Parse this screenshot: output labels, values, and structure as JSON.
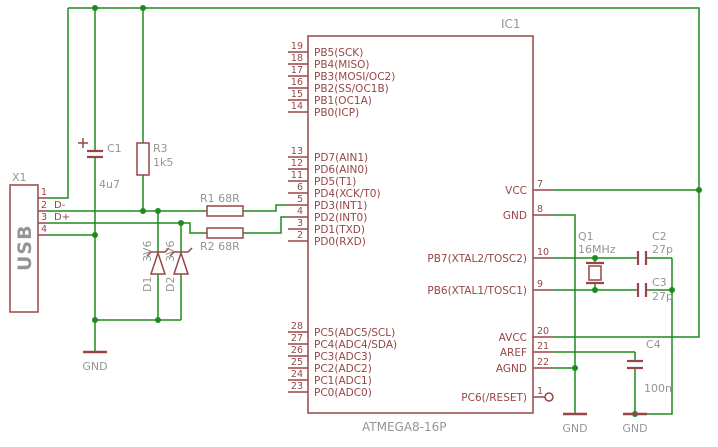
{
  "colors": {
    "symbol": "#964646",
    "wire": "#1e8b1e",
    "label": "#959595",
    "background": "#ffffff"
  },
  "ic": {
    "ref": "IC1",
    "value": "ATMEGA8-16P",
    "left_pins": [
      {
        "num": "19",
        "name": "PB5(SCK)"
      },
      {
        "num": "18",
        "name": "PB4(MISO)"
      },
      {
        "num": "17",
        "name": "PB3(MOSI/OC2)"
      },
      {
        "num": "16",
        "name": "PB2(SS/OC1B)"
      },
      {
        "num": "15",
        "name": "PB1(OC1A)"
      },
      {
        "num": "14",
        "name": "PB0(ICP)"
      },
      {
        "num": "13",
        "name": "PD7(AIN1)"
      },
      {
        "num": "12",
        "name": "PD6(AIN0)"
      },
      {
        "num": "11",
        "name": "PD5(T1)"
      },
      {
        "num": "6",
        "name": "PD4(XCK/T0)"
      },
      {
        "num": "5",
        "name": "PD3(INT1)"
      },
      {
        "num": "4",
        "name": "PD2(INT0)"
      },
      {
        "num": "3",
        "name": "PD1(TXD)"
      },
      {
        "num": "2",
        "name": "PD0(RXD)"
      },
      {
        "num": "28",
        "name": "PC5(ADC5/SCL)"
      },
      {
        "num": "27",
        "name": "PC4(ADC4/SDA)"
      },
      {
        "num": "26",
        "name": "PC3(ADC3)"
      },
      {
        "num": "25",
        "name": "PC2(ADC2)"
      },
      {
        "num": "24",
        "name": "PC1(ADC1)"
      },
      {
        "num": "23",
        "name": "PC0(ADC0)"
      }
    ],
    "right_pins": [
      {
        "num": "7",
        "name": "VCC"
      },
      {
        "num": "8",
        "name": "GND"
      },
      {
        "num": "10",
        "name": "PB7(XTAL2/TOSC2)"
      },
      {
        "num": "9",
        "name": "PB6(XTAL1/TOSC1)"
      },
      {
        "num": "20",
        "name": "AVCC"
      },
      {
        "num": "21",
        "name": "AREF"
      },
      {
        "num": "22",
        "name": "AGND"
      },
      {
        "num": "1",
        "name": "PC6(/RESET)"
      }
    ]
  },
  "usb": {
    "ref": "X1",
    "label": "USB",
    "pins": [
      "1",
      "2",
      "3",
      "4"
    ]
  },
  "nets": {
    "dminus": "D-",
    "dplus": "D+"
  },
  "components": {
    "c1": {
      "ref": "C1",
      "value": "4u7"
    },
    "r1": {
      "label": "R1 68R"
    },
    "r2": {
      "label": "R2 68R"
    },
    "r3": {
      "ref": "R3",
      "value": "1k5"
    },
    "d1": {
      "ref": "D1",
      "value": "3V6"
    },
    "d2": {
      "ref": "D2",
      "value": "3V6"
    },
    "q1": {
      "ref": "Q1",
      "value": "16MHz"
    },
    "c2": {
      "ref": "C2",
      "value": "27p"
    },
    "c3": {
      "ref": "C3",
      "value": "27p"
    },
    "c4": {
      "ref": "C4",
      "value": "100n"
    }
  },
  "gnd": {
    "left": "GND",
    "mid": "GND",
    "right": "GND"
  }
}
